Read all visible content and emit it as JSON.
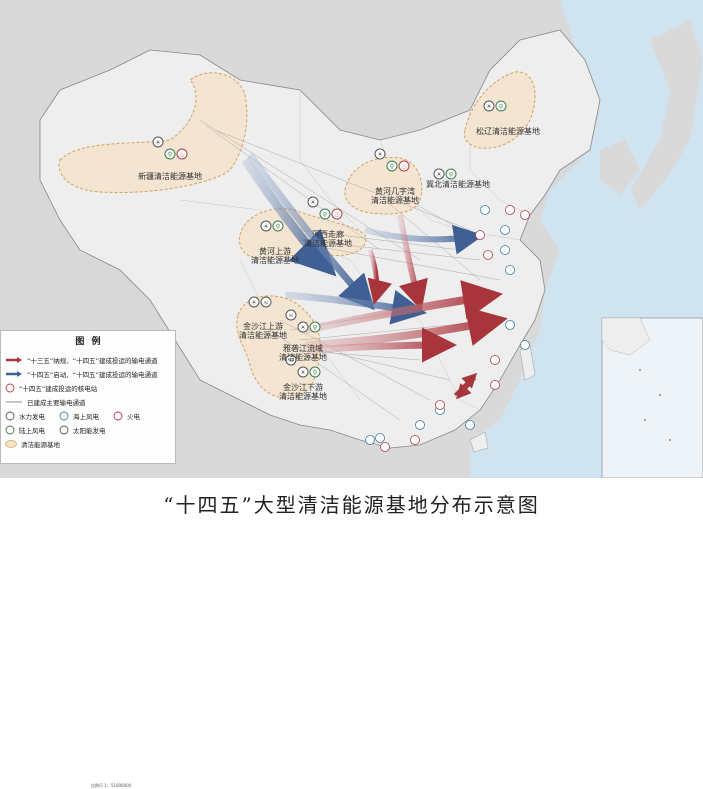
{
  "caption": "“十四五”大型清洁能源基地分布示意图",
  "bases": [
    {
      "id": "xinjiang",
      "name": "新疆清洁能源基地",
      "icons": [
        "solar",
        "wind",
        "fire"
      ]
    },
    {
      "id": "songliao",
      "name": "松辽清洁能源基地",
      "icons": [
        "solar",
        "wind"
      ]
    },
    {
      "id": "jibei",
      "name": "冀北清洁能源基地",
      "icons": [
        "solar",
        "wind"
      ]
    },
    {
      "id": "huanghe_jizi",
      "name": "黄河几字湾\n清洁能源基地",
      "icons": [
        "solar",
        "wind",
        "fire"
      ]
    },
    {
      "id": "hexi",
      "name": "河西走廊\n清洁能源基地",
      "icons": [
        "solar",
        "wind",
        "fire"
      ]
    },
    {
      "id": "huanghe_sy",
      "name": "黄河上游\n清洁能源基地",
      "icons": [
        "solar",
        "wind"
      ]
    },
    {
      "id": "jinsha_sy",
      "name": "金沙江上游\n清洁能源基地",
      "icons": [
        "solar",
        "hydro"
      ]
    },
    {
      "id": "yalong",
      "name": "雅砻江流域\n清洁能源基地",
      "icons": [
        "hydro",
        "solar",
        "wind"
      ]
    },
    {
      "id": "jinsha_xy",
      "name": "金沙江下游\n清洁能源基地",
      "icons": [
        "hydro",
        "solar",
        "wind"
      ]
    }
  ],
  "legend": {
    "title": "图 例",
    "rows": [
      {
        "key": "red_arrow",
        "label": "“十三五”纳规、“十四五”建成投运的输电通道"
      },
      {
        "key": "blue_arrow",
        "label": "“十四五”启动、“十四五”建成投运的输电通道"
      },
      {
        "key": "nuclear_new",
        "label": "“十四五”建成投运的核电站"
      },
      {
        "key": "existing_line",
        "label": "已建成主要输电通道"
      }
    ],
    "grid": [
      {
        "key": "hydro",
        "label": "水力发电"
      },
      {
        "key": "offshore",
        "label": "海上风电"
      },
      {
        "key": "fire",
        "label": "火电"
      },
      {
        "key": "wind",
        "label": "陆上风电"
      },
      {
        "key": "solar",
        "label": "太阳能发电"
      }
    ],
    "base_label": "清洁能源基地",
    "scale": "比例尺  1：51000000"
  },
  "colors": {
    "sea": "#cfe3f0",
    "land": "#eeeeee",
    "outside": "#d8d8d8",
    "base_fill": "#f4e2c9",
    "base_stroke": "#d5a35c",
    "red_arrow": "#a8353b",
    "blue_arrow": "#3f5f95",
    "icon_gray": "#555555",
    "icon_green": "#3c7d4a",
    "icon_red": "#b43c46",
    "offshore_blue": "#3e7fa8"
  }
}
